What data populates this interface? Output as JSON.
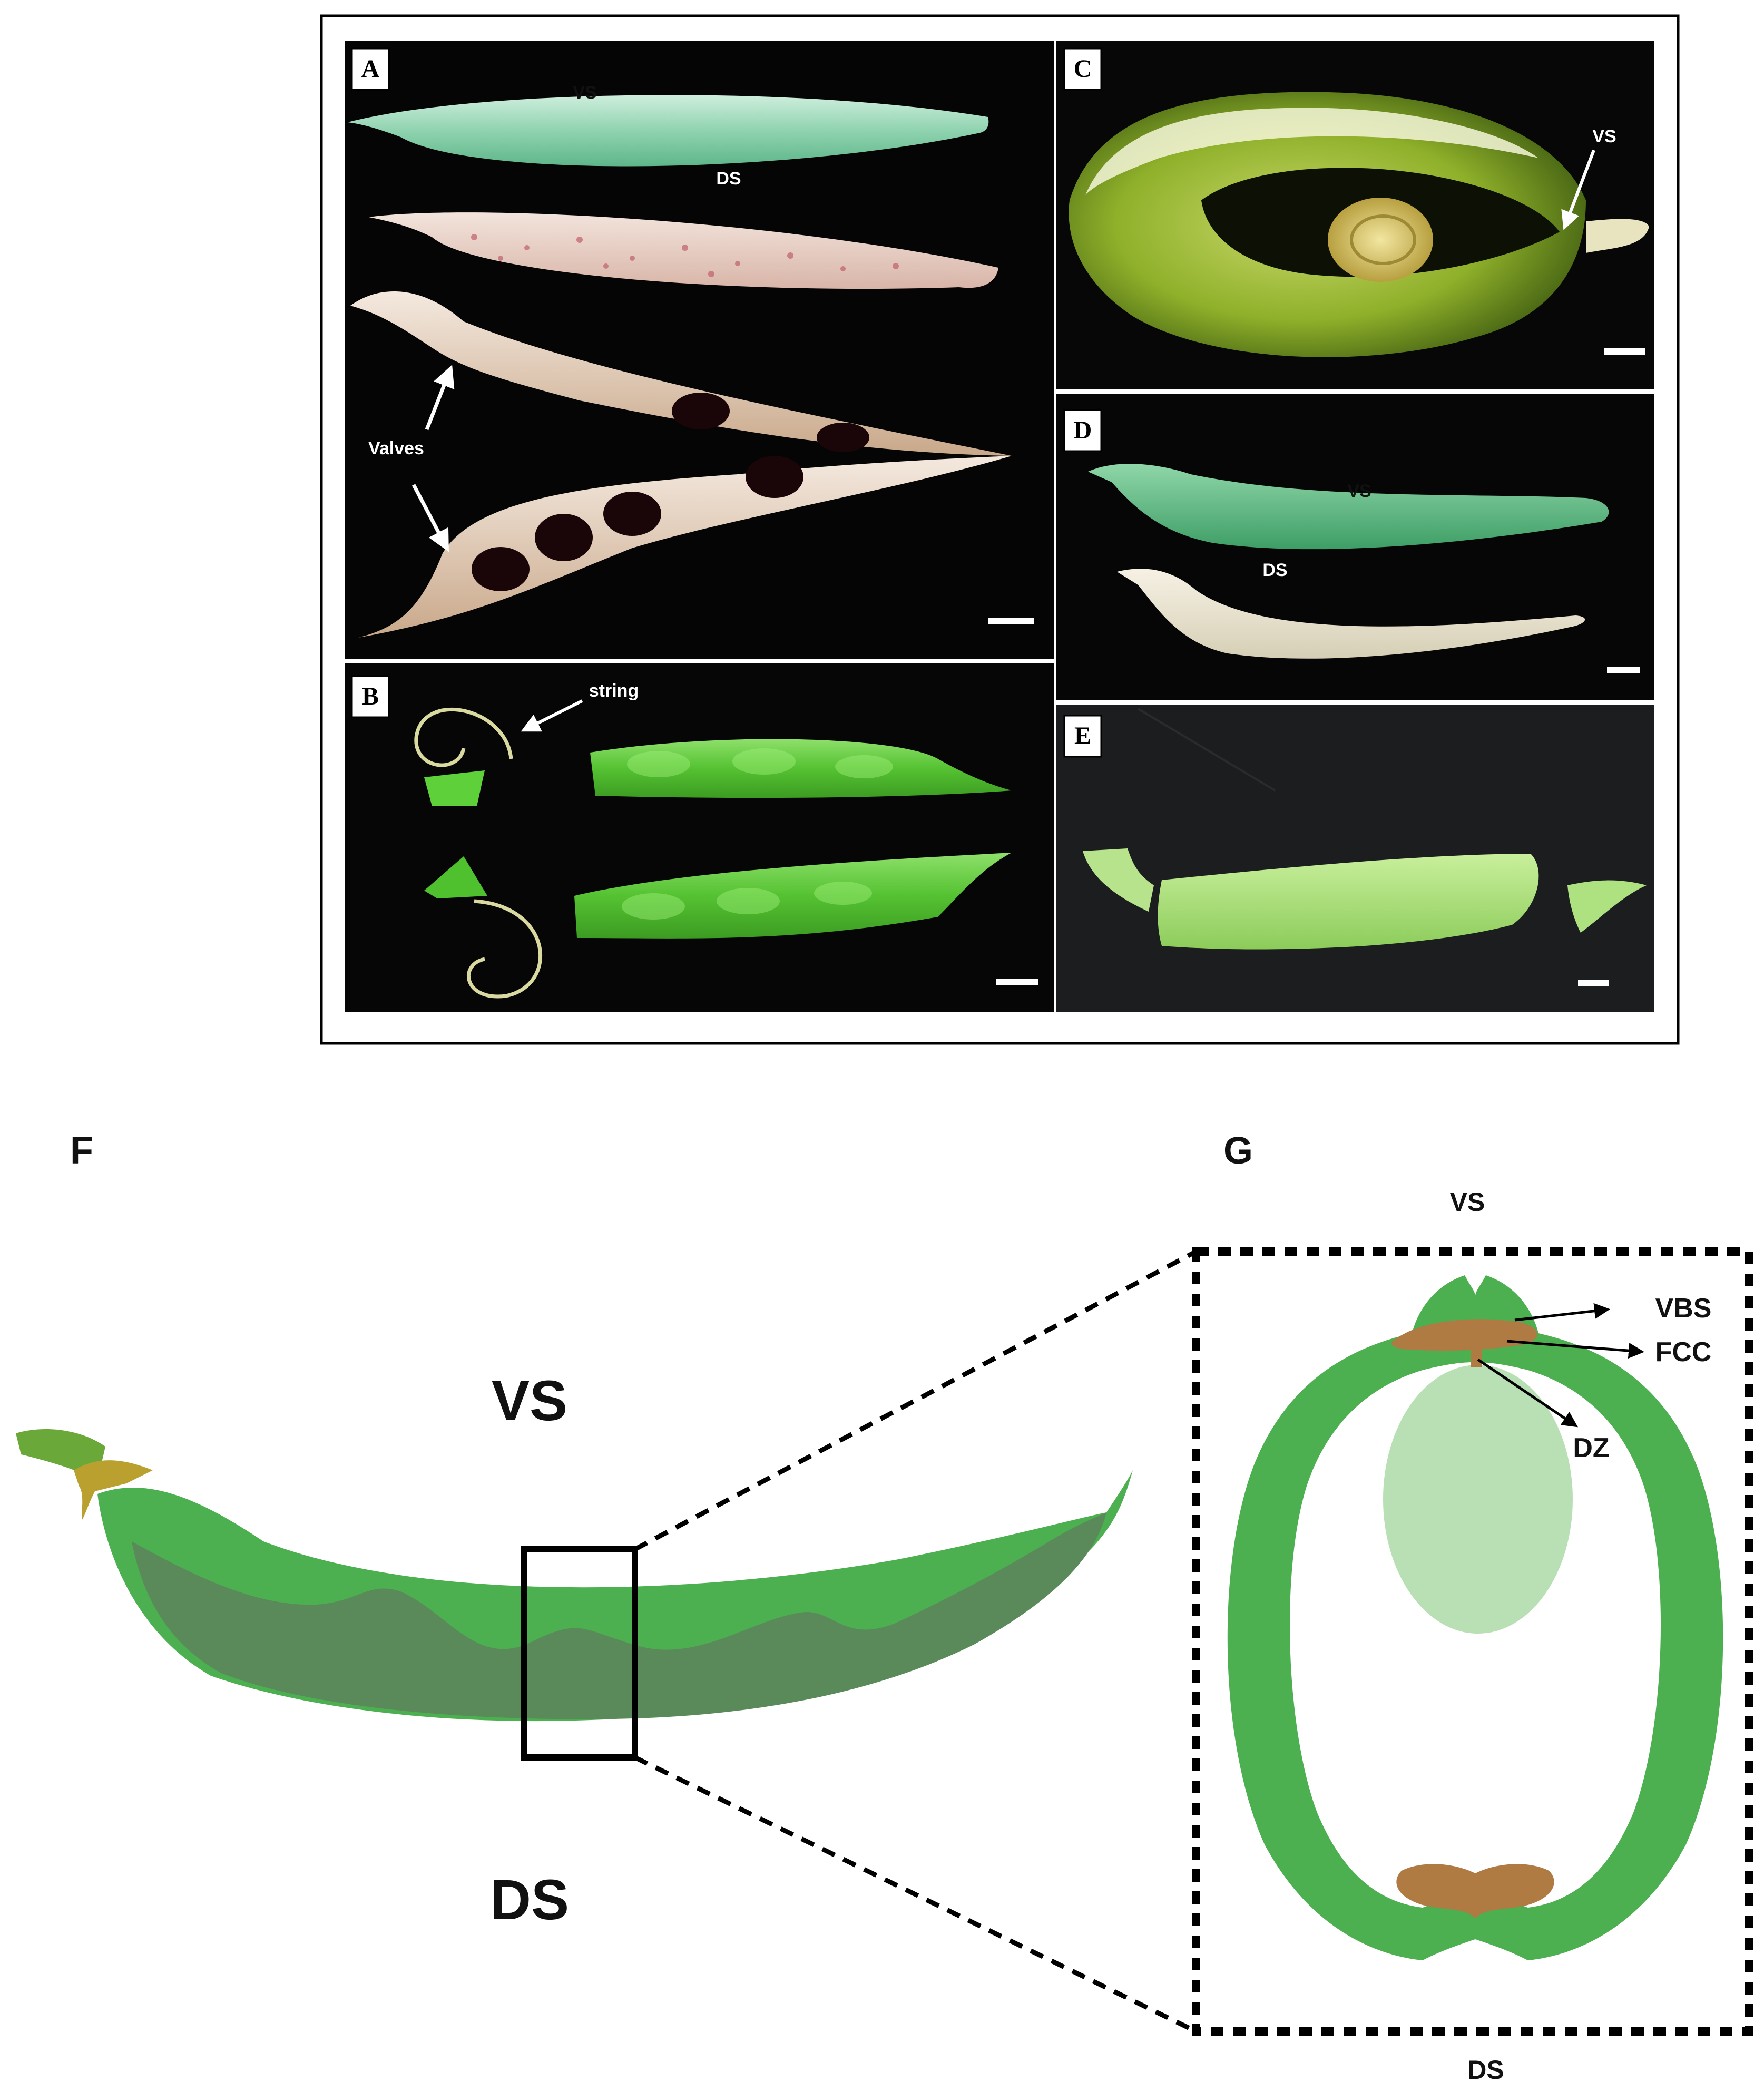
{
  "panels": {
    "A": {
      "label": "A",
      "vs": "VS",
      "ds": "DS",
      "valves": "Valves"
    },
    "B": {
      "label": "B",
      "string": "string"
    },
    "C": {
      "label": "C",
      "vs": "VS"
    },
    "D": {
      "label": "D",
      "vs": "VS",
      "ds": "DS"
    },
    "E": {
      "label": "E"
    },
    "F": {
      "label": "F",
      "vs": "VS",
      "ds": "DS"
    },
    "G": {
      "label": "G",
      "vs": "VS",
      "ds": "DS",
      "vbs": "VBS",
      "fcc": "FCC",
      "dz": "DZ"
    }
  },
  "colors": {
    "pod_green": "#4caf50",
    "pod_dark": "#5a8a5a",
    "fiber_brown": "#b07a43",
    "seed_light": "#b9e0b4",
    "photo_bg": "#050505"
  }
}
